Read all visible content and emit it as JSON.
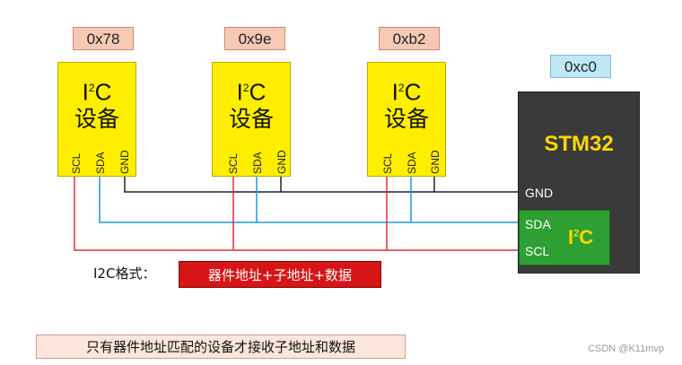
{
  "addresses": {
    "dev1": "0x78",
    "dev2": "0x9e",
    "dev3": "0xb2",
    "mcu": "0xc0"
  },
  "device": {
    "title_main": "I",
    "title_sup": "2",
    "title_tail": "C",
    "subtitle": "设备",
    "pins": {
      "scl": "SCL",
      "sda": "SDA",
      "gnd": "GND"
    }
  },
  "mcu": {
    "name": "STM32",
    "gnd": "GND",
    "sda": "SDA",
    "scl": "SCL",
    "i2c_main": "I",
    "i2c_sup": "2",
    "i2c_tail": "C"
  },
  "format": {
    "label": "I2C格式：",
    "value": "器件地址+子地址+数据"
  },
  "note": "只有器件地址匹配的设备才接收子地址和数据",
  "watermark": "CSDN @K11mvp",
  "colors": {
    "device_fill": "#ffee00",
    "mcu_fill": "#3a3a3a",
    "i2c_block": "#2ea033",
    "scl_wire": "#e0303a",
    "sda_wire": "#1f9ad6",
    "gnd_wire": "#222222"
  }
}
